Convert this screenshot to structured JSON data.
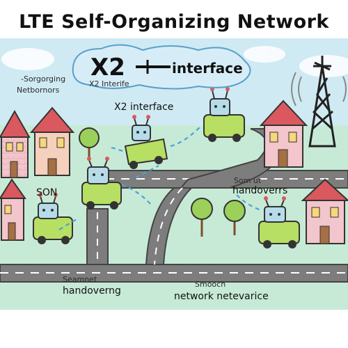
{
  "title": "LTE Self-Organizing Network",
  "x2_cloud": {
    "x2": "X2",
    "interface": "interface"
  },
  "small_labels": {
    "top_left_line1": "-Sorgorging",
    "top_left_line2": "Netbornors",
    "under_cloud": "X2 Interife"
  },
  "x2_interface_label": "X2 interface",
  "son_label": "SON",
  "handovers": {
    "line1": "Som      ut",
    "line2": "handoverrs"
  },
  "bottom_left": {
    "line1": "Seamnet",
    "line2": "handoverng"
  },
  "bottom_center": {
    "line1": "Smooch",
    "line2": "network netevarice"
  },
  "colors": {
    "sky_blue": "#a9dbe8",
    "grass_green": "#c7ead6",
    "road_gray": "#7f7f7f",
    "car_green": "#b6df63",
    "house_pink": "#f3c5cc",
    "roof_red": "#d9595e",
    "wave_blue": "#4aa3d8"
  },
  "icons": [
    "cell-tower-icon",
    "house-icon",
    "car-robot-icon",
    "tree-icon",
    "signal-waves-icon"
  ]
}
